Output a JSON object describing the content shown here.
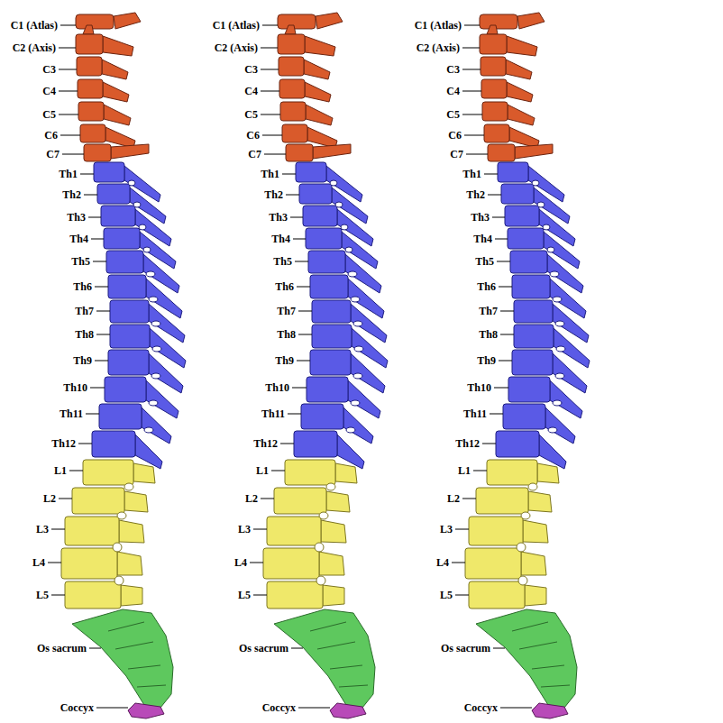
{
  "diagram": {
    "labels": [
      "C1 (Atlas)",
      "C2 (Axis)",
      "C3",
      "C4",
      "C5",
      "C6",
      "C7",
      "Th1",
      "Th2",
      "Th3",
      "Th4",
      "Th5",
      "Th6",
      "Th7",
      "Th8",
      "Th9",
      "Th10",
      "Th11",
      "Th12",
      "L1",
      "L2",
      "L3",
      "L4",
      "L5",
      "Os sacrum",
      "Coccyx",
      "C1 (Atlas)",
      "C2 (Axis)",
      "C3",
      "C4",
      "C5",
      "C6",
      "C7",
      "Th1",
      "Th2",
      "Th3",
      "Th4",
      "Th5",
      "Th6",
      "Th7",
      "Th8",
      "Th9",
      "Th10",
      "Th11",
      "Th12",
      "L1",
      "L2",
      "L3",
      "L4",
      "L5",
      "Os sacrum",
      "Coccyx",
      "C1 (Atlas)",
      "C2 (Axis)",
      "C3",
      "C4",
      "C5",
      "C6",
      "C7",
      "Th1",
      "Th2",
      "Th3",
      "Th4",
      "Th5",
      "Th6",
      "Th7",
      "Th8",
      "Th9",
      "Th10",
      "Th11",
      "Th12",
      "L1",
      "L2",
      "L3",
      "L4",
      "L5",
      "Os sacrum",
      "Coccyx"
    ]
  }
}
